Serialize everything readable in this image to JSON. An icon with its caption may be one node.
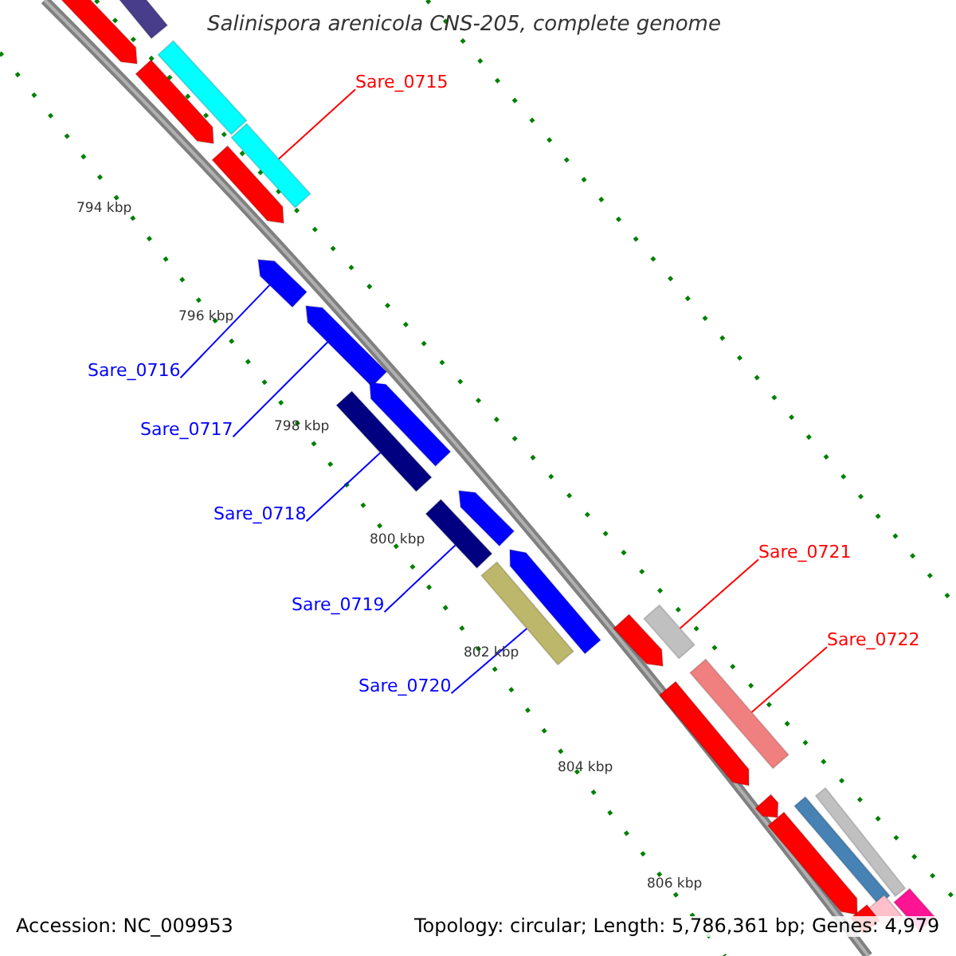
{
  "diagram": {
    "title": "Salinispora arenicola CNS-205, complete genome",
    "nodes": [
      {
        "text": [
          "Sare_0715"
        ]
      },
      {
        "text": [
          "Sare_0716"
        ]
      },
      {
        "text": [
          "Sare_0717"
        ]
      },
      {
        "text": [
          "Sare_0718"
        ]
      },
      {
        "text": [
          "Sare_0719"
        ]
      },
      {
        "text": [
          "Sare_0720"
        ]
      },
      {
        "text": [
          "Sare_0721"
        ]
      },
      {
        "text": [
          "Sare_0722"
        ]
      },
      {
        "text": [],
        "shape": "bar"
      },
      {
        "text": [],
        "shape": "bar"
      },
      {
        "text": [],
        "shape": "bar"
      },
      {
        "text": [],
        "shape": "bar"
      },
      {
        "text": [],
        "shape": "bar"
      },
      {
        "text": [],
        "shape": "bar"
      },
      {
        "text": [],
        "shape": "bar"
      },
      {
        "text": [],
        "shape": "bar"
      },
      {
        "text": [],
        "shape": "bar"
      },
      {
        "text": [],
        "shape": "bar"
      },
      {
        "text": [],
        "shape": "bar"
      },
      {
        "text": [],
        "shape": "bar"
      },
      {
        "text": [],
        "shape": "bar"
      },
      {
        "text": [],
        "shape": "bar"
      },
      {
        "text": [],
        "shape": "bar"
      },
      {
        "text": [],
        "shape": "bar"
      },
      {
        "text": [],
        "shape": "bar"
      },
      {
        "text": [],
        "shape": "bar"
      },
      {
        "text": [],
        "shape": "bar"
      },
      {
        "text": [],
        "shape": "bar"
      },
      {
        "text": [],
        "shape": "bar"
      },
      {
        "text": [],
        "shape": "bar"
      },
      {
        "text": [],
        "shape": "bar"
      },
      {
        "text": [],
        "shape": "bar"
      },
      {
        "text": [],
        "shape": "bar"
      }
    ],
    "edges": [
      {
        "from": 0,
        "to": 12,
        "arrow": "none",
        "color": "#ff0000"
      },
      {
        "from": 1,
        "to": 14,
        "arrow": "none"
      },
      {
        "from": 2,
        "to": 15,
        "arrow": "none"
      },
      {
        "from": 3,
        "to": 16,
        "arrow": "none"
      },
      {
        "from": 4,
        "to": 18,
        "arrow": "none"
      },
      {
        "from": 5,
        "to": 20,
        "arrow": "none"
      },
      {
        "from": 6,
        "to": 23,
        "arrow": "none",
        "color": "#ff0000"
      },
      {
        "from": 7,
        "to": 24,
        "arrow": "none",
        "color": "#ff0000"
      }
    ],
    "labels": [
      "794 kbp",
      "796 kbp",
      "798 kbp",
      "800 kbp",
      "802 kbp",
      "804 kbp",
      "806 kbp",
      "Accession: NC_009953",
      "Topology: circular; Length: 5,786,361 bp; Genes: 4,979"
    ]
  }
}
